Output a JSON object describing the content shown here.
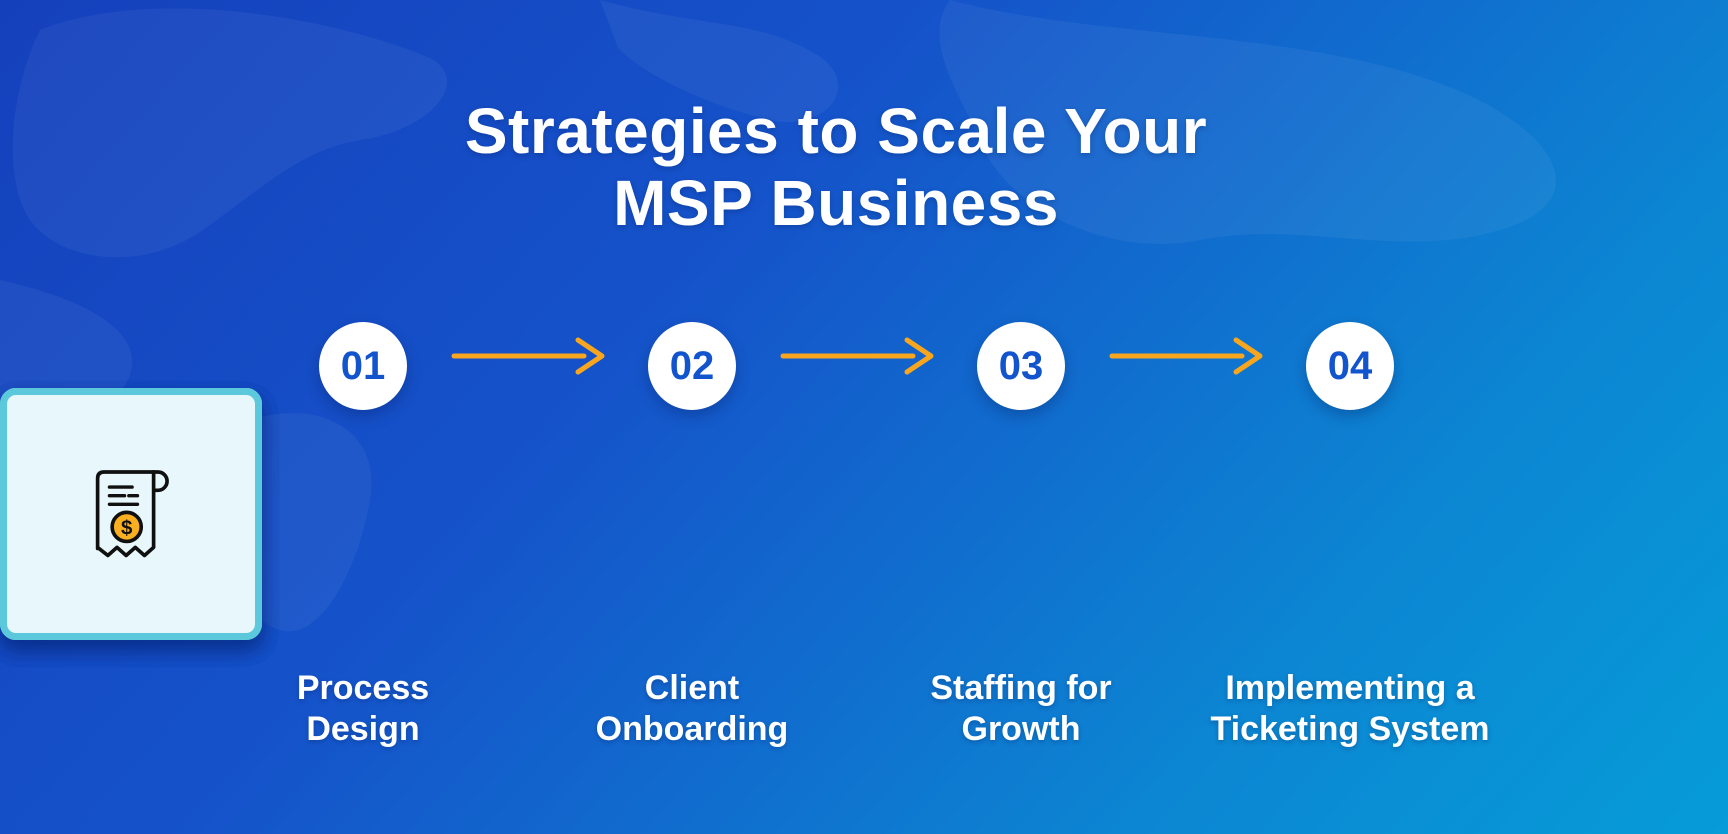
{
  "title": {
    "line1": "Strategies to Scale Your",
    "line2": "MSP Business"
  },
  "steps": [
    {
      "number": "01",
      "label_line1": "Process",
      "label_line2": "Design",
      "icon": "process-design-icon"
    },
    {
      "number": "02",
      "label_line1": "Client",
      "label_line2": "Onboarding",
      "icon": "client-onboarding-icon"
    },
    {
      "number": "03",
      "label_line1": "Staffing for",
      "label_line2": "Growth",
      "icon": "staffing-growth-icon"
    },
    {
      "number": "04",
      "label_line1": "Implementing a",
      "label_line2": "Ticketing System",
      "icon": "ticketing-system-icon"
    }
  ],
  "flow": {
    "direction": "left-to-right",
    "arrow_icon": "right-arrow-icon",
    "arrow_count": 3
  },
  "colors": {
    "background_gradient_start": "#1540BC",
    "background_gradient_end": "#069CD8",
    "step_number_blue": "#1254CD",
    "arrow_orange": "#F8A61E",
    "icon_accent_orange": "#F9AF1F",
    "icon_line_black": "#101010",
    "card_fill": "#E7F7FB",
    "card_border": "#5CC8DC",
    "circle_fill": "#FFFFFF",
    "title_text": "#FFFFFF",
    "label_text": "#FFFFFF"
  }
}
